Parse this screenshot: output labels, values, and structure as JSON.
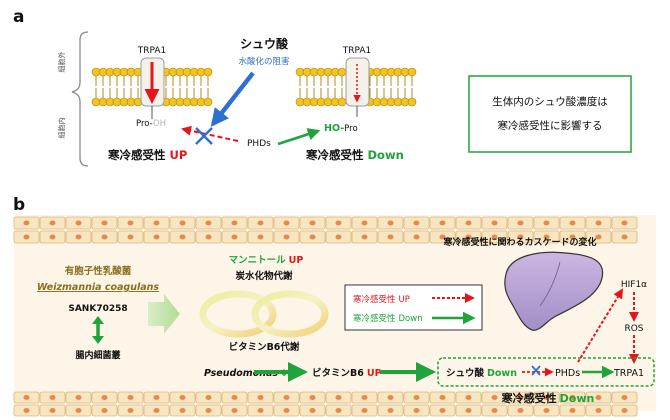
{
  "panel_a": {
    "letter": "a",
    "side_outside": "細胞外",
    "side_inside": "細胞内",
    "left_channel": {
      "name": "TRPA1",
      "residue_prefix": "Pro-",
      "residue_suffix": "OH",
      "sensitivity_label": "寒冷感受性",
      "sensitivity_state": "UP",
      "state_color": "#e8141b"
    },
    "oxalate": {
      "title": "シュウ酸",
      "subtitle": "水酸化の阻害",
      "arrow_color": "#2f6fcf"
    },
    "phds_label": "PHDs",
    "right_channel": {
      "name": "TRPA1",
      "residue_prefix": "HO-",
      "residue_suffix": "Pro",
      "sensitivity_label": "寒冷感受性",
      "sensitivity_state": "Down",
      "state_color": "#1fa33a"
    },
    "conclusion": {
      "line1": "生体内のシュウ酸濃度は",
      "line2": "寒冷感受性に影響する",
      "border_color": "#1fa33a"
    }
  },
  "panel_b": {
    "letter": "b",
    "cascade_title": "寒冷感受性に関わるカスケードの変化",
    "probiotic": {
      "line1": "有胞子性乳酸菌",
      "species": "Weizmannia coagulans",
      "strain": "SANK70258",
      "microbiota": "腸内細菌叢",
      "color": "#8a6d1f"
    },
    "metabolism": {
      "mannitol": "マンニトール",
      "mannitol_state": "UP",
      "carb": "炭水化物代謝",
      "vitb6_metab": "ビタミンB6代謝"
    },
    "legend": {
      "up_label": "寒冷感受性",
      "up_state": "UP",
      "down_label": "寒冷感受性",
      "down_state": "Down"
    },
    "organ": {
      "hif": "HIF1α",
      "ros": "ROS"
    },
    "pathway": {
      "pseudomonas": "Pseudomonas",
      "pseudomonas_arrow": "↓",
      "vitb6": "ビタミンB6",
      "vitb6_state": "UP",
      "oxalate": "シュウ酸",
      "oxalate_state": "Down",
      "phds": "PHDs",
      "trpa1": "TRPA1"
    },
    "result_label": "寒冷感受性",
    "result_state": "Down",
    "colors": {
      "up": "#e8141b",
      "down": "#1fa33a",
      "mannitol": "#1fa33a"
    }
  }
}
